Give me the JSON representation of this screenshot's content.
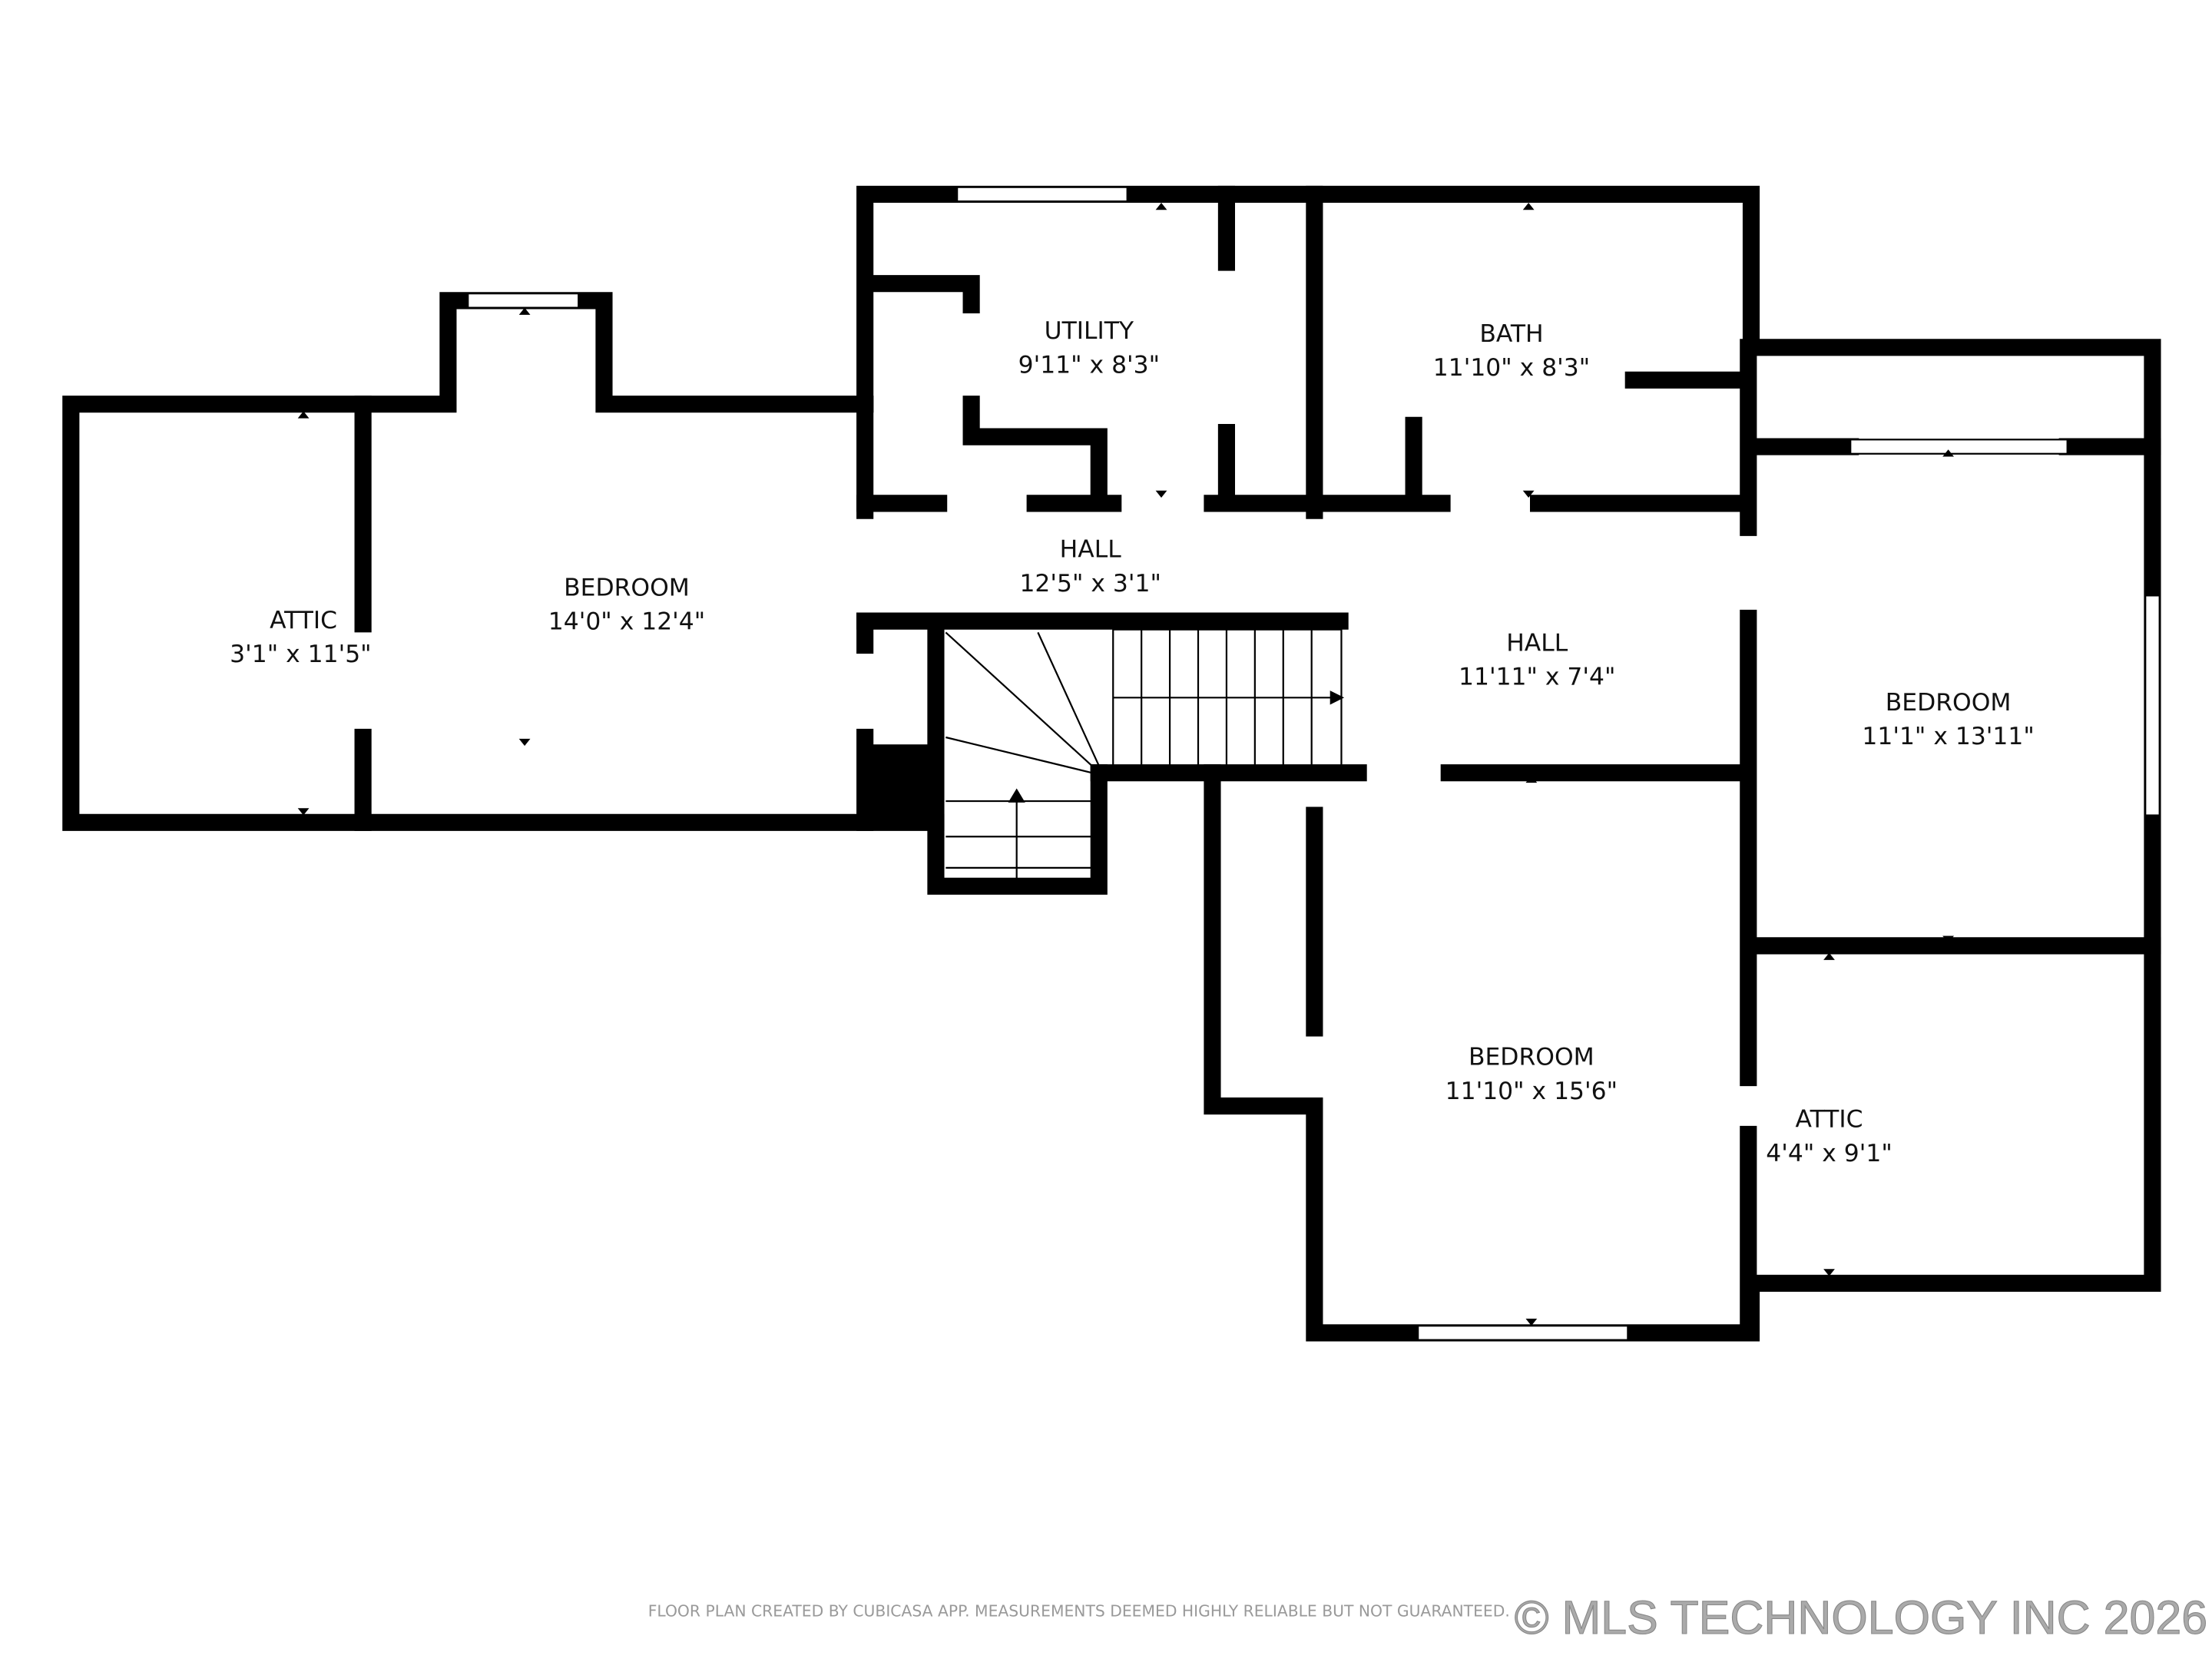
{
  "rooms": [
    {
      "name": "ATTIC",
      "size": "3'1\" x 11'5\""
    },
    {
      "name": "BEDROOM",
      "size": "14'0\" x 12'4\""
    },
    {
      "name": "UTILITY",
      "size": "9'11\" x 8'3\""
    },
    {
      "name": "BATH",
      "size": "11'10\" x 8'3\""
    },
    {
      "name": "HALL",
      "size": "12'5\" x 3'1\""
    },
    {
      "name": "HALL",
      "size": "11'11\" x 7'4\""
    },
    {
      "name": "BEDROOM",
      "size": "11'1\" x 13'11\""
    },
    {
      "name": "BEDROOM",
      "size": "11'10\" x 15'6\""
    },
    {
      "name": "ATTIC",
      "size": "4'4\" x 9'1\""
    }
  ],
  "footer": {
    "disclaimer": "FLOOR PLAN CREATED BY CUBICASA APP. MEASUREMENTS DEEMED HIGHLY RELIABLE BUT NOT GUARANTEED.",
    "copyright": "© MLS TECHNOLOGY INC 2026"
  },
  "colors": {
    "wall": "#000000",
    "background": "#ffffff",
    "watermark": "#aaaaaa"
  }
}
